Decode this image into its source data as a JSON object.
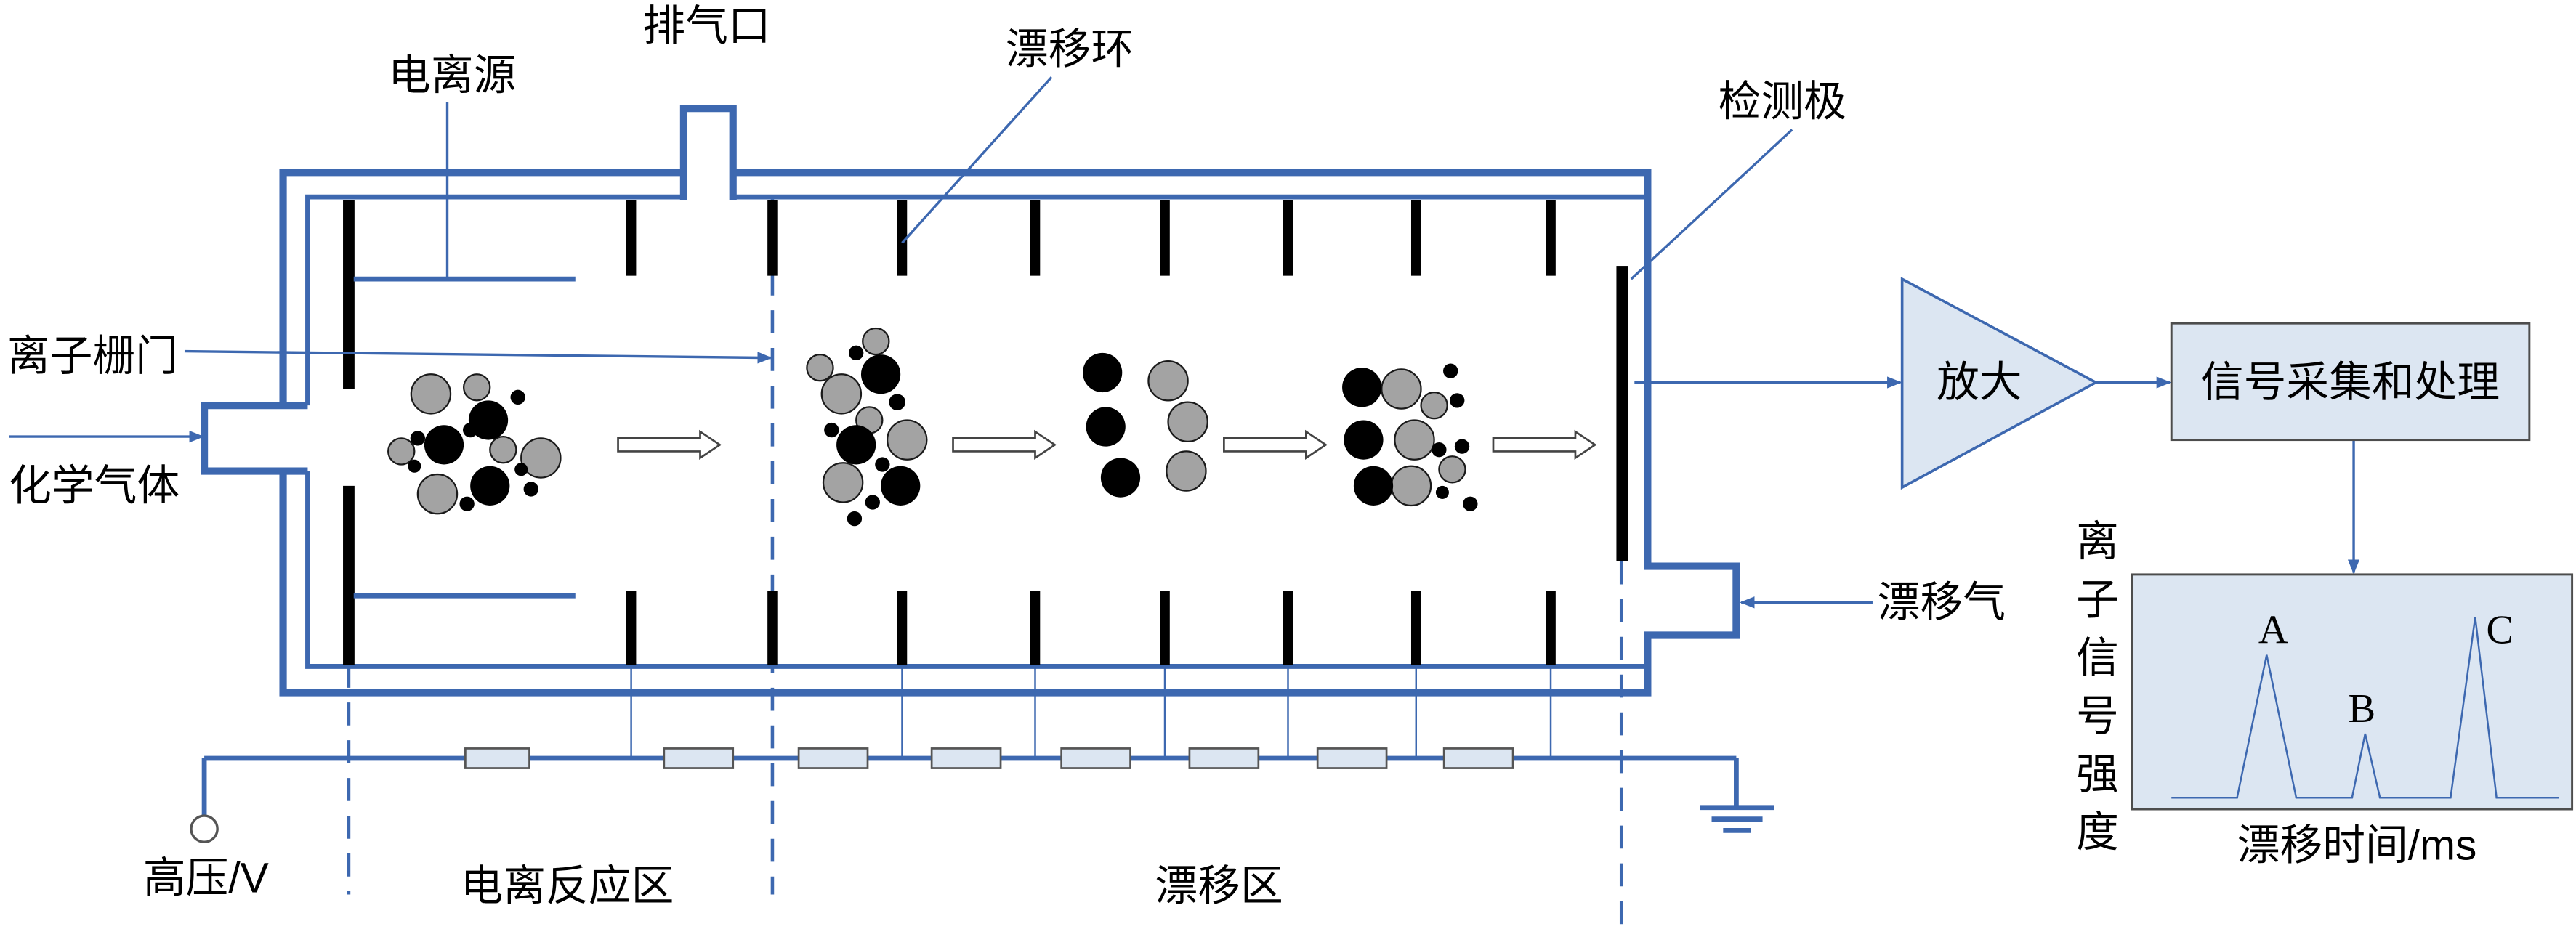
{
  "labels": {
    "exhaust_port": "排气口",
    "ion_source": "电离源",
    "drift_ring": "漂移环",
    "detector": "检测极",
    "ion_gate": "离子栅门",
    "chemical_gas": "化学气体",
    "drift_gas": "漂移气",
    "high_voltage": "高压/V",
    "ionization_region": "电离反应区",
    "drift_region": "漂移区",
    "amplifier": "放大",
    "signal_processing": "信号采集和处理"
  },
  "spectrum": {
    "ylabel": "离子信号强度",
    "xlabel": "漂移时间/ms",
    "peaks": [
      {
        "label": "A"
      },
      {
        "label": "B"
      },
      {
        "label": "C"
      }
    ]
  },
  "colors": {
    "line": "#3d68b0",
    "panel_fill": "#dce6f2",
    "ion_grey": "#a3a3a3",
    "ion_black": "#000000"
  }
}
